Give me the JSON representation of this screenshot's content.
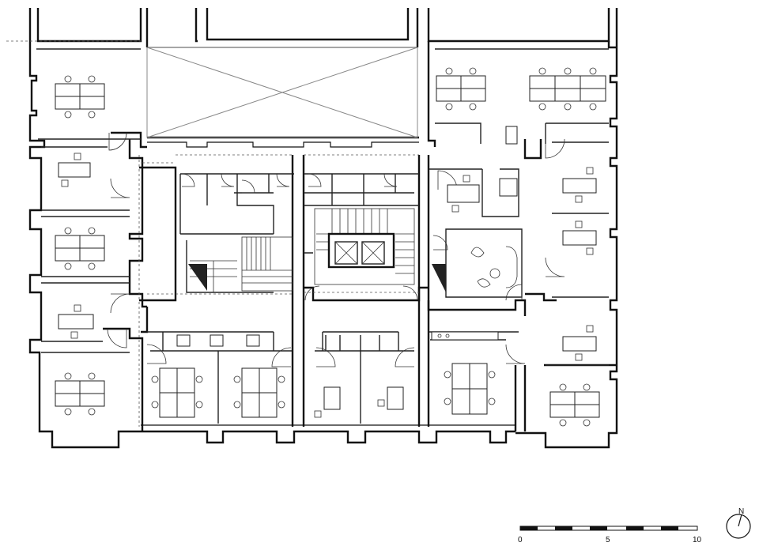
{
  "scale_bar": {
    "labels": [
      "0",
      "5",
      "10"
    ]
  },
  "north_arrow": {
    "label": "N"
  },
  "icons": [
    "north-arrow-icon"
  ]
}
